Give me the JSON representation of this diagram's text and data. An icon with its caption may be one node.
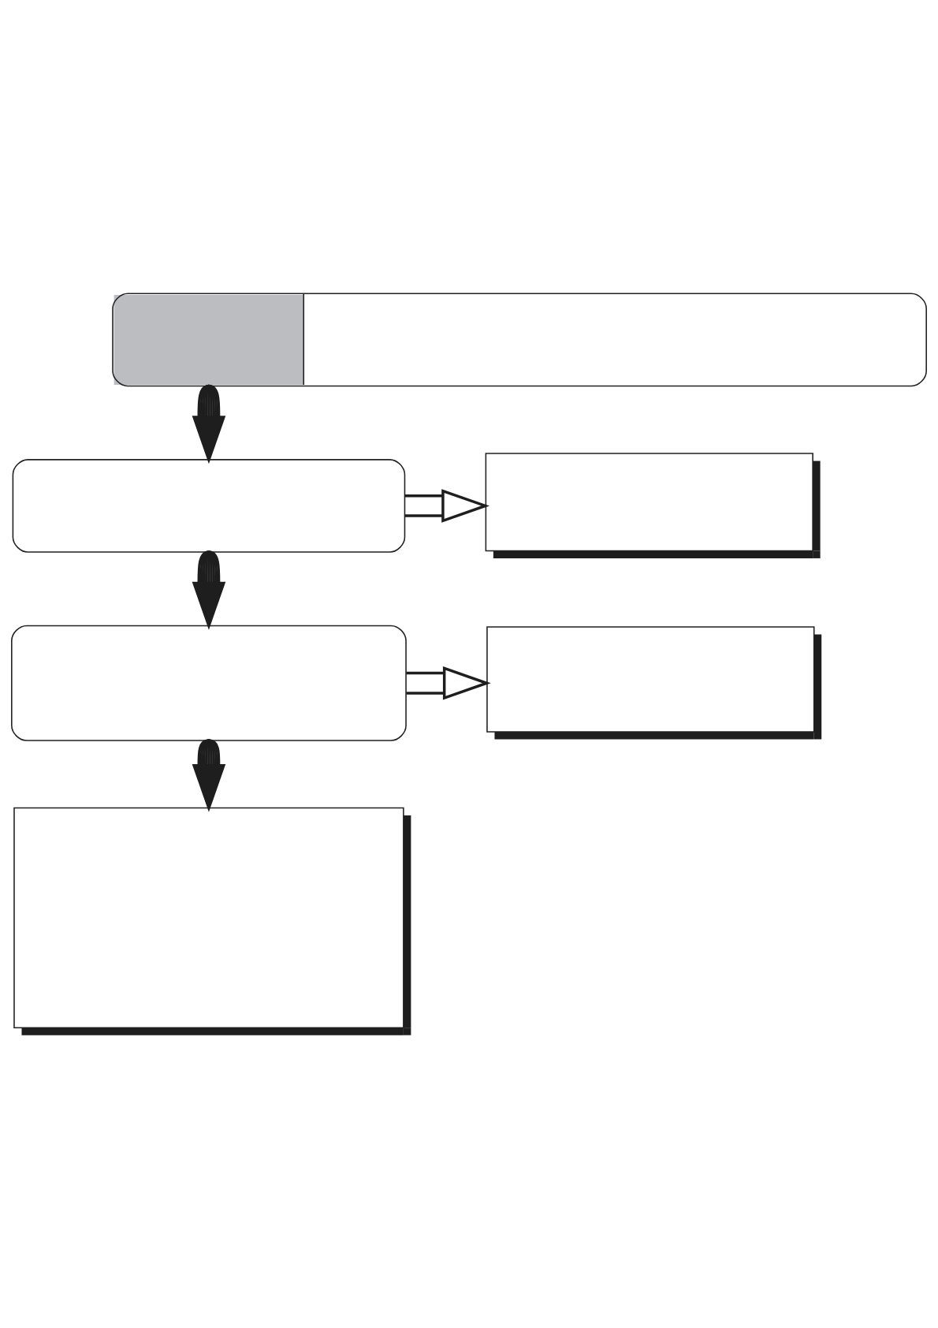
{
  "diagram": {
    "nodes": [
      {
        "text": [],
        "shape": "box"
      },
      {
        "text": [],
        "shape": "box"
      },
      {
        "text": [],
        "shape": "box"
      },
      {
        "text": [],
        "shape": "box"
      },
      {
        "text": [],
        "shape": "box"
      },
      {
        "text": [],
        "shape": "box"
      }
    ],
    "edges": [
      {
        "from": 0,
        "to": 1,
        "arrow": "to"
      },
      {
        "from": 1,
        "to": 2,
        "arrow": "to"
      },
      {
        "from": 1,
        "to": 3,
        "arrow": "to"
      },
      {
        "from": 3,
        "to": 4,
        "arrow": "to"
      },
      {
        "from": 3,
        "to": 5,
        "arrow": "to"
      }
    ]
  }
}
